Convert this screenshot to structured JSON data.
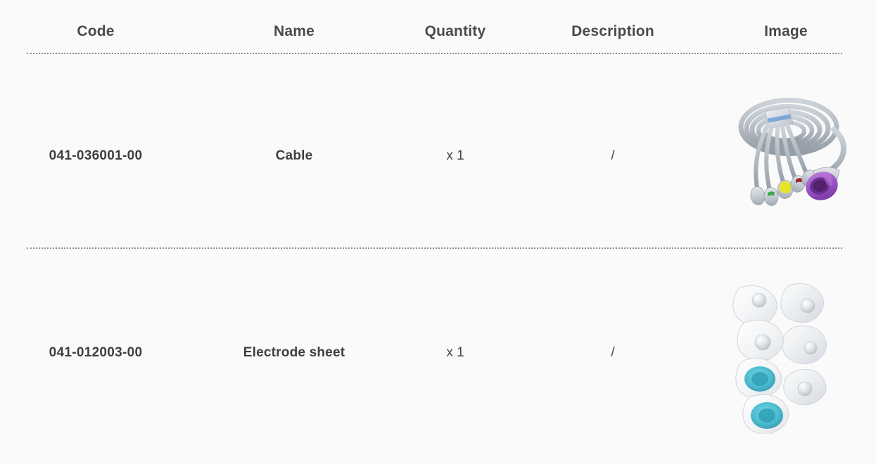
{
  "table": {
    "columns": [
      {
        "key": "code",
        "label": "Code"
      },
      {
        "key": "name",
        "label": "Name"
      },
      {
        "key": "quantity",
        "label": "Quantity"
      },
      {
        "key": "description",
        "label": "Description"
      },
      {
        "key": "image",
        "label": "Image"
      }
    ],
    "rows": [
      {
        "code": "041-036001-00",
        "name": "Cable",
        "quantity": "x 1",
        "description": "/",
        "image": {
          "icon_name": "ecg-cable-image",
          "alt": "Coiled gray ECG lead cable with purple connector and colored lead tips",
          "colors": {
            "cable": "#b9bfc6",
            "cable_shade": "#9aa2ab",
            "connector": "#9b52c4",
            "connector_dark": "#7e3ba8",
            "yoke": "#d9dde1",
            "yoke_label": "#3f7fd0",
            "tip_yellow": "#e8e22a",
            "tip_green": "#3fa84a",
            "tip_red": "#9e2b2b"
          }
        }
      },
      {
        "code": "041-012003-00",
        "name": "Electrode sheet",
        "quantity": "x 1",
        "description": "/",
        "image": {
          "icon_name": "electrode-sheet-image",
          "alt": "Stack of white ECG electrode pads with silver snap studs and cyan gel centers",
          "colors": {
            "pad": "#f4f5f6",
            "pad_shade": "#e3e6e9",
            "pad_edge": "#d5d9dd",
            "stud": "#cfd4d8",
            "stud_light": "#ffffff",
            "gel": "#3fb8cf",
            "gel_core": "#2f9fb6"
          }
        }
      }
    ]
  },
  "theme": {
    "background": "#fafafa",
    "header_text": "#4a4a4a",
    "body_text": "#3f3f3f",
    "divider": "#8d8d8d"
  }
}
